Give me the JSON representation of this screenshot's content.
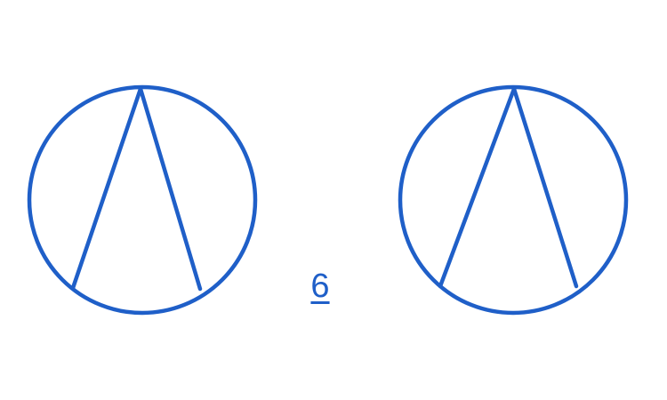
{
  "figure": {
    "label": "6",
    "colors": {
      "stroke": "#1f5fc8",
      "label": "#1f5fc8",
      "background": "#ffffff"
    },
    "shapes": [
      {
        "name": "circle-with-inscribed-angle",
        "description_of_parts": [
          "circle",
          "chord",
          "chord"
        ]
      },
      {
        "name": "circle-with-inscribed-angle",
        "description_of_parts": [
          "circle",
          "chord",
          "chord"
        ]
      }
    ]
  }
}
